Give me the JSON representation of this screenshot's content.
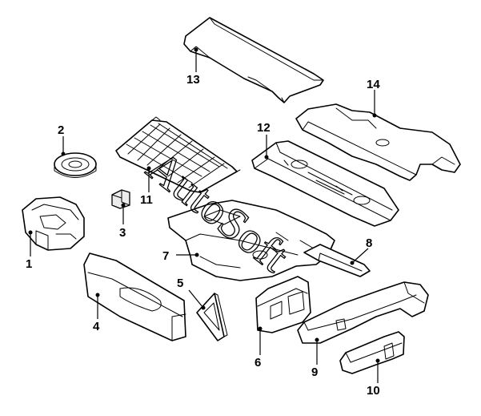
{
  "watermark": "AutoSoft",
  "callouts": [
    "1",
    "2",
    "3",
    "4",
    "5",
    "6",
    "7",
    "8",
    "9",
    "10",
    "11",
    "12",
    "13",
    "14"
  ]
}
